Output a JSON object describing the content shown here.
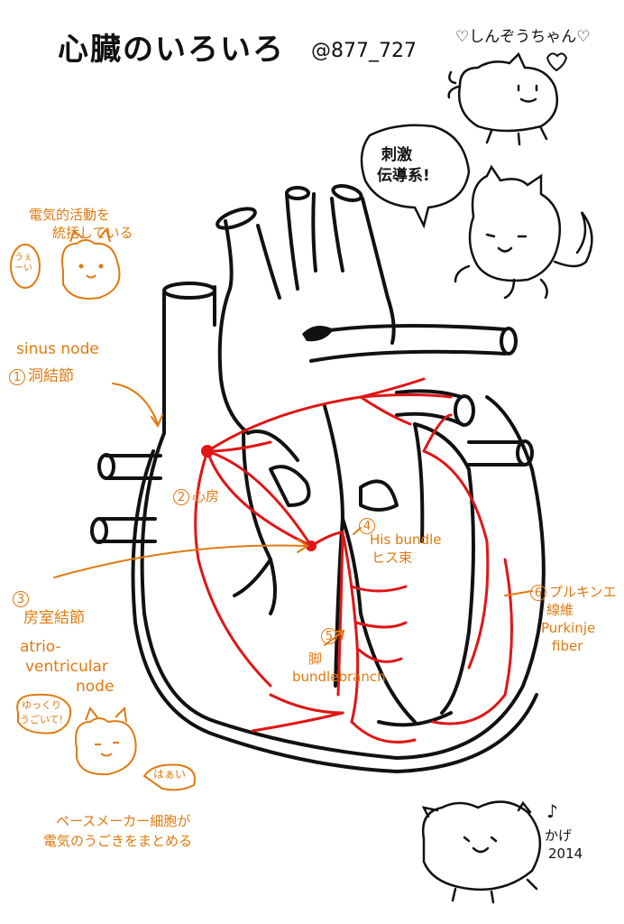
{
  "title": "心臓のいろいろ",
  "handle": "@877_727",
  "header_right": "♡しんぞうちゃん♡",
  "speech_top": [
    "刺激",
    "伝導系!"
  ],
  "left_note": [
    "電気的活動を",
    "統括している"
  ],
  "left_cat_bubble": "うぇーい",
  "labels": {
    "sinus_en": "sinus node",
    "sinus_num": "1",
    "sinus_jp": "洞結節",
    "atrium_num": "2",
    "atrium_jp": "心房",
    "av_num": "3",
    "av_jp": "房室結節",
    "av_en": [
      "atrio-",
      "ventricular",
      "node"
    ],
    "his_num": "4",
    "his_en": "His bundle",
    "his_jp": "ヒス束",
    "bb_num": "5",
    "bb_jp": "脚",
    "bb_en": "bundlebranch",
    "purk_num": "6",
    "purk_jp": [
      "プルキンエ",
      "線維"
    ],
    "purk_en": [
      "Purkinje",
      "fiber"
    ]
  },
  "bottom_left_bubble": [
    "ゆっくり",
    "うごいて!"
  ],
  "bottom_bubble_right": "はぁい",
  "bottom_note": [
    "ペースメーカー細胞が",
    "電気のうごきをまとめる"
  ],
  "signature": [
    "♪",
    "かげ",
    "2014"
  ],
  "colors": {
    "ink": "#111111",
    "orange": "#e07a10",
    "red": "#e01515"
  }
}
